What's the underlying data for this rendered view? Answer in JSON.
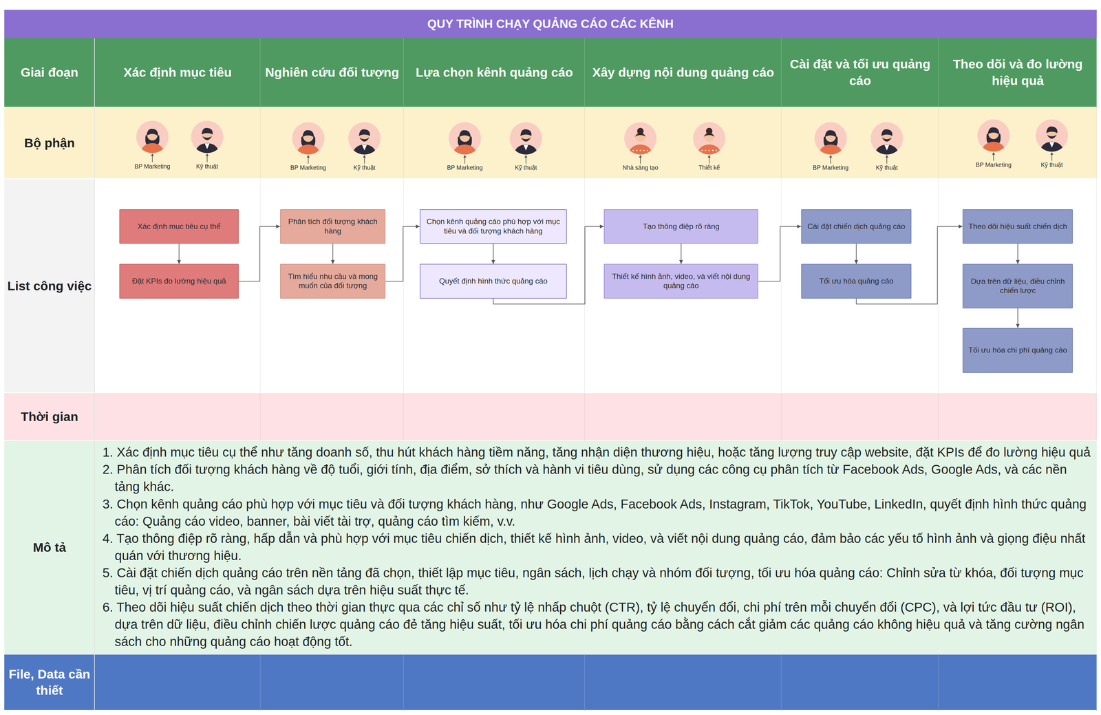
{
  "diagram": {
    "title": "QUY TRÌNH CHẠY QUẢNG CÁO CÁC KÊNH",
    "nodes": [
      {
        "text": [
          "Xác định mục tiêu cụ thể"
        ]
      },
      {
        "text": [
          "Đặt KPIs đo lường hiệu quả"
        ]
      },
      {
        "text": [
          "Phân tích đối tượng khách hàng"
        ]
      },
      {
        "text": [
          "Tìm hiểu nhu cầu và mong muốn của đối tượng"
        ]
      },
      {
        "text": [
          "Chọn kênh quảng cáo phù hợp với mục tiêu và đối tượng khách hàng"
        ]
      },
      {
        "text": [
          "Quyết định hình thức quảng cáo"
        ]
      },
      {
        "text": [
          "Tạo thông điệp rõ ràng"
        ]
      },
      {
        "text": [
          "Thiết kế hình ảnh, video, và viết nội dung quảng cáo"
        ]
      },
      {
        "text": [
          "Cài đặt chiến dịch quảng cáo"
        ]
      },
      {
        "text": [
          "Tối ưu hóa quảng cáo"
        ]
      },
      {
        "text": [
          "Theo dõi hiệu suất chiến dịch"
        ]
      },
      {
        "text": [
          "Dựa trên dữ liệu, điều chỉnh chiến lược"
        ]
      },
      {
        "text": [
          "Tối ưu hóa chi phí quảng cáo"
        ]
      }
    ],
    "edges": [
      {
        "from": 0,
        "to": 1,
        "arrow": "to"
      },
      {
        "from": 1,
        "to": 2,
        "arrow": "to"
      },
      {
        "from": 2,
        "to": 3,
        "arrow": "to"
      },
      {
        "from": 3,
        "to": 4,
        "arrow": "to"
      },
      {
        "from": 4,
        "to": 5,
        "arrow": "to"
      },
      {
        "from": 5,
        "to": 6,
        "arrow": "to"
      },
      {
        "from": 6,
        "to": 7,
        "arrow": "to"
      },
      {
        "from": 7,
        "to": 8,
        "arrow": "to"
      },
      {
        "from": 8,
        "to": 9,
        "arrow": "to"
      },
      {
        "from": 9,
        "to": 10,
        "arrow": "to"
      },
      {
        "from": 10,
        "to": 11,
        "arrow": "to"
      },
      {
        "from": 11,
        "to": 12,
        "arrow": "to"
      }
    ],
    "labels": [
      "Giai đoạn",
      "Xác định mục tiêu",
      "Nghiên cứu đối tượng",
      "Lựa chọn kênh quảng cáo",
      "Xây dựng nội dung quảng cáo",
      "Cài đặt và tối ưu quảng cáo",
      "Theo dõi và đo lường hiệu quả",
      "Bộ phận",
      "BP Marketing",
      "Kỹ thuật",
      "BP Marketing",
      "Kỹ thuật",
      "BP Marketing",
      "Kỹ thuật",
      "Nhà sáng tạo",
      "Thiết kế",
      "BP Marketing",
      "Kỹ thuật",
      "BP Marketing",
      "Kỹ thuật",
      "List công việc",
      "Thời gian",
      "Mô tả",
      "1. Xác định mục tiêu cụ thể như tăng doanh số, thu hút khách hàng tiềm năng, tăng nhận diện thương hiệu, hoặc tăng lượng truy cập website, đặt KPIs để đo lường hiệu quả",
      "2. Phân tích đối tượng khách hàng về độ tuổi, giới tính, địa điểm, sở thích và hành vi tiêu dùng, sử dụng các công cụ phân tích từ Facebook Ads, Google Ads, và các nền tảng khác.",
      "3. Chọn kênh quảng cáo phù hợp với mục tiêu và đối tượng khách hàng, như Google Ads, Facebook Ads, Instagram, TikTok, YouTube, LinkedIn, quyết định hình thức quảng cáo: Quảng cáo video, banner, bài viết tài trợ, quảng cáo tìm kiếm, v.v.",
      "4. Tạo thông điệp rõ ràng, hấp dẫn và phù hợp với mục tiêu chiến dịch, thiết kế hình ảnh, video, và viết nội dung quảng cáo, đảm bảo các yếu tố hình ảnh và giọng điệu nhất quán với thương hiệu.",
      "5. Cài đặt chiến dịch quảng cáo trên nền tảng đã chọn, thiết lập mục tiêu, ngân sách, lịch chạy và nhóm đối tượng, tối ưu hóa quảng cáo: Chỉnh sửa từ khóa, đối tượng mục tiêu, vị trí quảng cáo, và ngân sách dựa trên hiệu suất thực tế.",
      "6. Theo dõi hiệu suất chiến dịch theo thời gian thực qua các chỉ số như tỷ lệ nhấp chuột (CTR), tỷ lệ chuyển đổi, chi phí trên mỗi chuyển đổi (CPC), và lợi tức đầu tư (ROI), dựa trên dữ liệu, điều chỉnh chiến lược quảng cáo đẻ tăng hiệu suất, tối ưu hóa chi phí quảng cáo bằng cách cắt giảm các quảng cáo không hiệu quả và tăng cường ngân sách cho những quảng cáo hoạt động tốt.",
      "File, Data cần thiết"
    ]
  }
}
